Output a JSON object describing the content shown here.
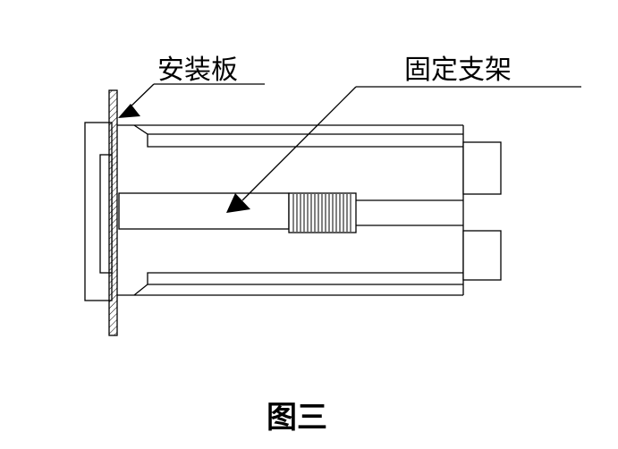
{
  "labels": {
    "mounting_plate": "安装板",
    "fixing_bracket": "固定支架"
  },
  "caption": "图三",
  "colors": {
    "line": "#000000",
    "background": "#ffffff"
  }
}
